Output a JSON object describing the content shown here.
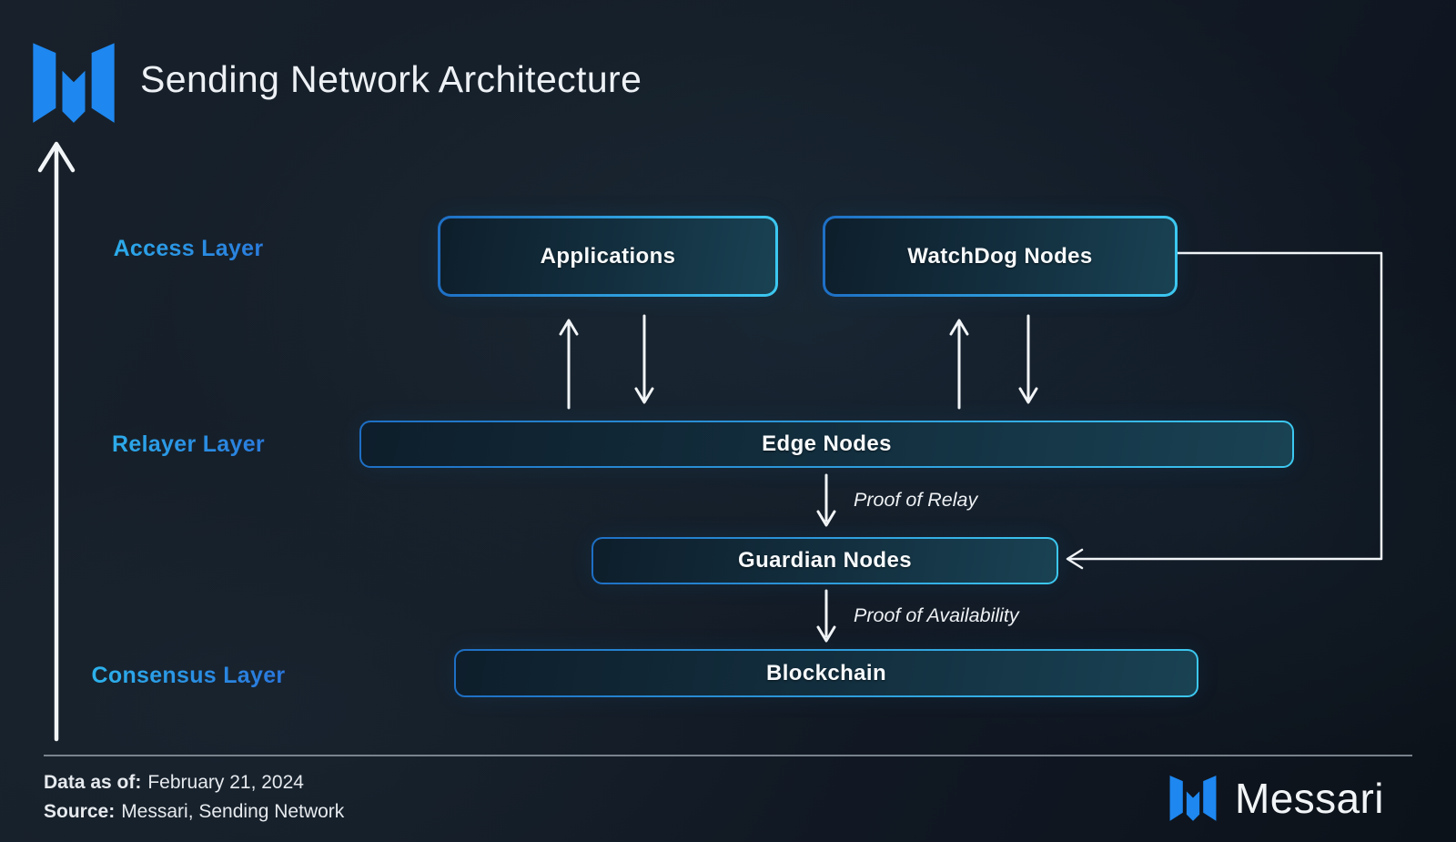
{
  "title": "Sending Network Architecture",
  "layers": [
    {
      "id": "access",
      "label": "Access Layer"
    },
    {
      "id": "relayer",
      "label": "Relayer Layer"
    },
    {
      "id": "consensus",
      "label": "Consensus Layer"
    }
  ],
  "nodes": {
    "applications": {
      "label": "Applications",
      "layer": "access"
    },
    "watchdog": {
      "label": "WatchDog Nodes",
      "layer": "access"
    },
    "edge": {
      "label": "Edge Nodes",
      "layer": "relayer"
    },
    "guardian": {
      "label": "Guardian Nodes",
      "layer": "relayer"
    },
    "blockchain": {
      "label": "Blockchain",
      "layer": "consensus"
    }
  },
  "edges": [
    {
      "from": "applications",
      "to": "edge",
      "direction": "bidirectional",
      "label": ""
    },
    {
      "from": "watchdog",
      "to": "edge",
      "direction": "bidirectional",
      "label": ""
    },
    {
      "from": "edge",
      "to": "guardian",
      "direction": "down",
      "label": "Proof of Relay"
    },
    {
      "from": "guardian",
      "to": "blockchain",
      "direction": "down",
      "label": "Proof of Availability"
    },
    {
      "from": "watchdog",
      "to": "guardian",
      "direction": "routed-right",
      "label": ""
    }
  ],
  "footer": {
    "data_as_of_label": "Data as of:",
    "data_as_of_value": "February 21, 2024",
    "source_label": "Source:",
    "source_value": "Messari, Sending Network",
    "brand_wordmark": "Messari"
  },
  "icons": {
    "header_logo": "messari-m-logo",
    "footer_logo": "messari-m-logo"
  },
  "colors": {
    "background_dark": "#121a23",
    "brand_blue": "#1e87f0",
    "box_fill_dark": "#0e1e2b",
    "box_border_blue": "#1e6fc5",
    "box_border_cyan": "#3cc8f0",
    "layer_label_cyan": "#2ecaf2",
    "layer_label_blue": "#2b64d8",
    "arrow_white": "#f2f5f7",
    "title_white": "#edf1f5"
  }
}
